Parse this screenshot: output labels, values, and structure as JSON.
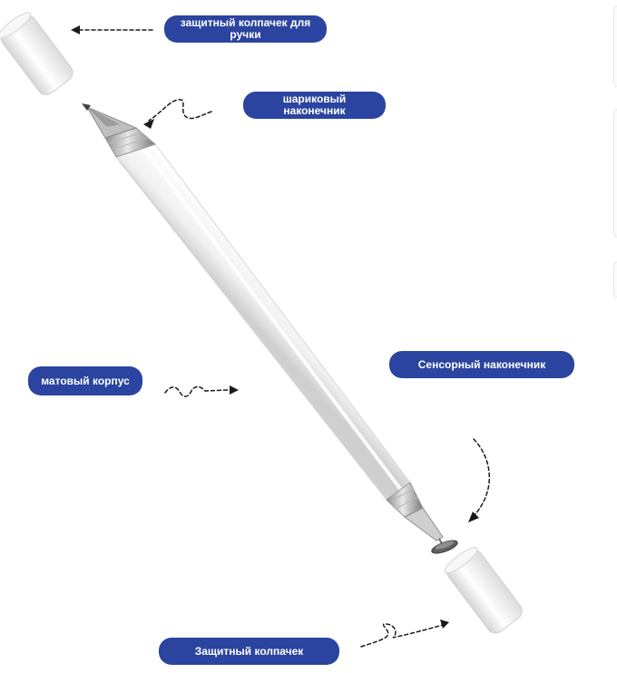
{
  "labels": {
    "pen_cap": "защитный колпачек для ручки",
    "ball_tip": "шариковый наконечник",
    "matte_body": "матовый корпус",
    "touch_tip": "Сенсорный наконечник",
    "protective_cap": "Защитный колпачек"
  },
  "colors": {
    "label_background": "#2b44a0",
    "label_text": "#ffffff",
    "pen_body": "#f4f4f4",
    "arrow": "#1a1a1a"
  },
  "icons": [
    "dashed-arrow-left",
    "curly-arrow",
    "wavy-arrow-right",
    "curved-arrow-down",
    "loop-arrow-right"
  ]
}
